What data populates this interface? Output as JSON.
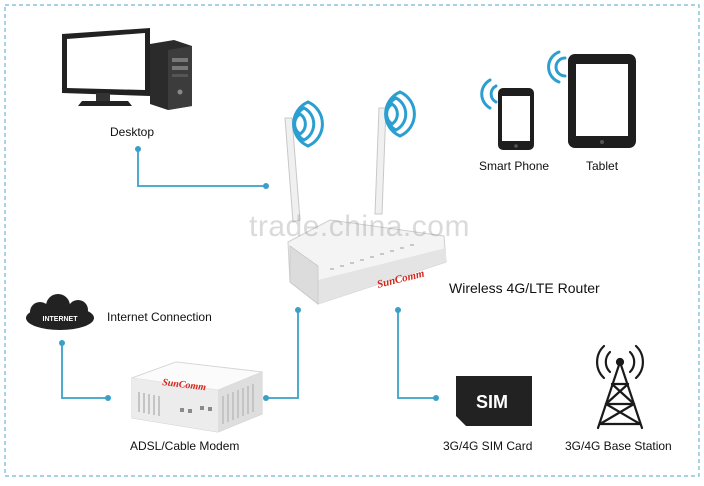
{
  "labels": {
    "desktop": "Desktop",
    "smart_phone": "Smart Phone",
    "tablet": "Tablet",
    "router": "Wireless 4G/LTE Router",
    "internet_connection": "Internet Connection",
    "internet_cloud": "INTERNET",
    "modem": "ADSL/Cable Modem",
    "sim_card": "3G/4G SIM Card",
    "sim_text": "SIM",
    "base_station": "3G/4G Base Station",
    "brand": "SunComm",
    "watermark": "trade.china.com"
  },
  "colors": {
    "connector": "#3aa0c8",
    "wifi": "#2a9fd0",
    "border": "#6fb7d4",
    "device": "#f2f2f2",
    "dark": "#1a1a1a",
    "brand_red": "#d4261c"
  }
}
